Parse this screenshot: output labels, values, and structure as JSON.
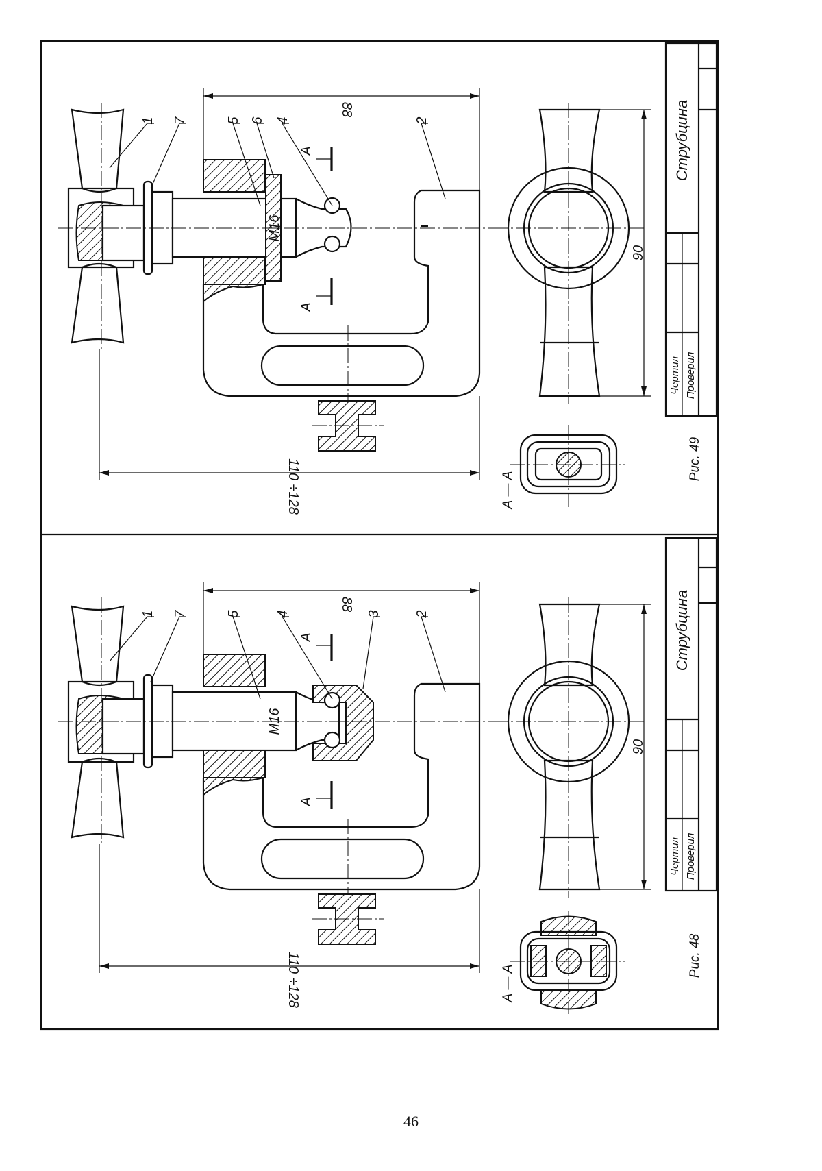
{
  "page_number": "46",
  "sheets": [
    {
      "id": "sheet-49",
      "caption": "Рис. 49",
      "title": "Струбцина",
      "drawn_label": "Чертил",
      "checked_label": "Проверил",
      "section_label": "А — А",
      "thread_label": "М16",
      "dimensions": [
        "88",
        "90",
        "110 ÷128"
      ],
      "part_numbers": [
        "1",
        "7",
        "5",
        "6",
        "4",
        "2"
      ],
      "section_marks": [
        "А",
        "А"
      ]
    },
    {
      "id": "sheet-48",
      "caption": "Рис. 48",
      "title": "Струбцина",
      "drawn_label": "Чертил",
      "checked_label": "Проверил",
      "section_label": "А — А",
      "thread_label": "М16",
      "dimensions": [
        "88",
        "90",
        "110 ÷128"
      ],
      "part_numbers": [
        "1",
        "7",
        "5",
        "4",
        "3",
        "2"
      ],
      "section_marks": [
        "А",
        "А"
      ]
    }
  ]
}
